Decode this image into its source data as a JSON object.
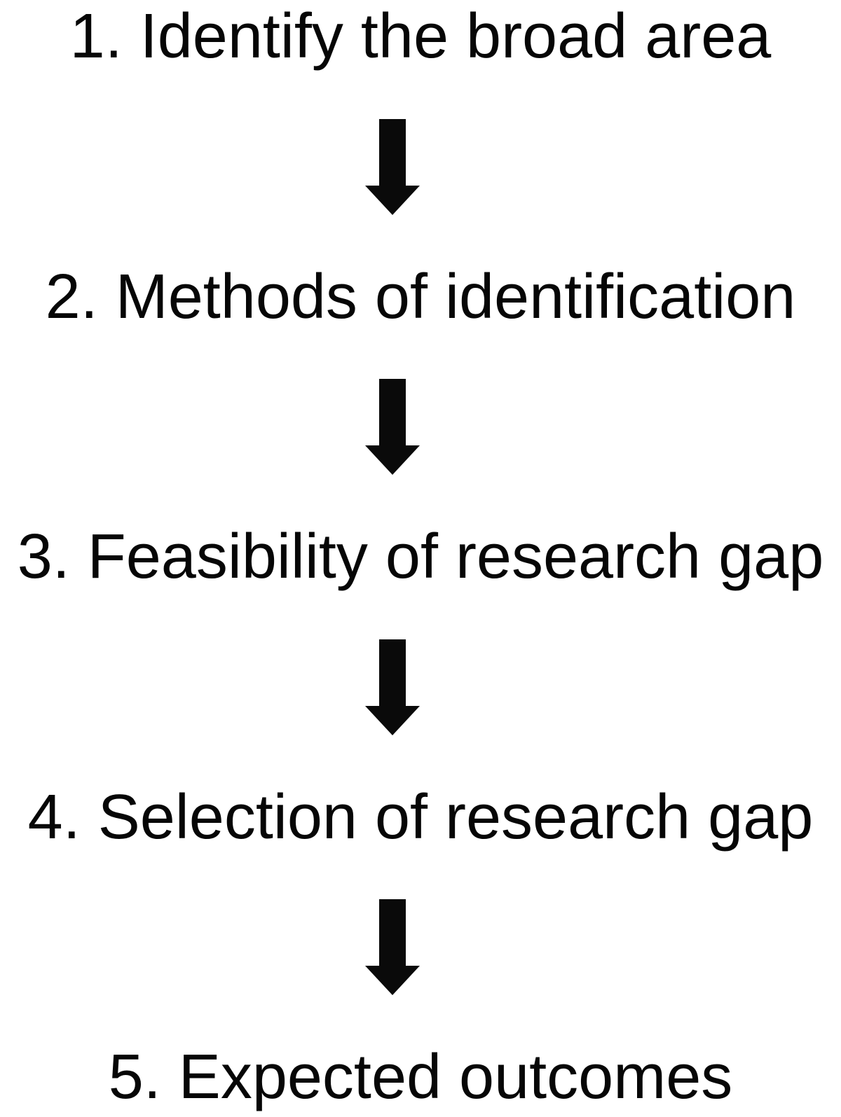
{
  "diagram": {
    "type": "vertical-flowchart",
    "background_color": "#ffffff",
    "text_color": "#060606",
    "arrow_color": "#0a0a0a",
    "connector_icon": "down-arrow",
    "steps": [
      {
        "number": "1",
        "label": "1. Identify the broad area"
      },
      {
        "number": "2",
        "label": "2. Methods of identification"
      },
      {
        "number": "3",
        "label": "3. Feasibility of research gap"
      },
      {
        "number": "4",
        "label": "4. Selection of research gap"
      },
      {
        "number": "5",
        "label": "5. Expected outcomes"
      }
    ]
  }
}
